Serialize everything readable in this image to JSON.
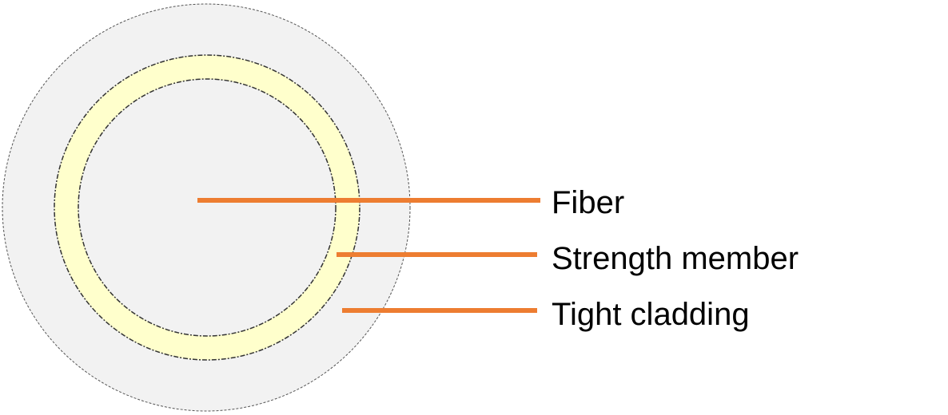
{
  "colors": {
    "outer": "#f2f2f2",
    "ring": "#ffffcc",
    "inner": "#f2f2f2",
    "leader": "#ed7d31",
    "outline": "#444444"
  },
  "labels": {
    "fiber": "Fiber",
    "strength": "Strength member",
    "cladding": "Tight cladding"
  }
}
